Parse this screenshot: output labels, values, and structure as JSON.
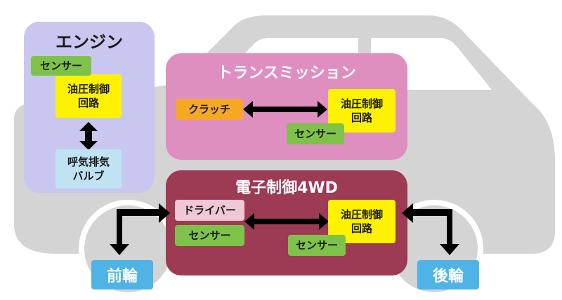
{
  "colors": {
    "car_body": "#d4d4d4",
    "car_window": "#ffffff",
    "engine_panel": "#c9c6ef",
    "transmission_panel": "#de8fc0",
    "awd_panel": "#9c3b53",
    "hydraulic_box": "#fff200",
    "sensor_box": "#7ec24a",
    "clutch_box": "#f7a823",
    "exhaust_box": "#bfe3f3",
    "driver_box": "#f0c8d5",
    "wheel_label": "#4fb3e6",
    "arrow": "#000000"
  },
  "engine": {
    "title": "エンジン",
    "sensor": "センサー",
    "hydraulic": [
      "油圧制御",
      "回路"
    ],
    "exhaust_valve": [
      "呼気排気",
      "バルブ"
    ]
  },
  "transmission": {
    "title": "トランスミッション",
    "clutch": "クラッチ",
    "hydraulic": [
      "油圧制御",
      "回路"
    ],
    "sensor": "センサー"
  },
  "awd": {
    "title": "電子制御4WD",
    "driver": "ドライバー",
    "sensor_left": "センサー",
    "hydraulic": [
      "油圧制御",
      "回路"
    ],
    "sensor_right": "センサー"
  },
  "wheels": {
    "front": "前輪",
    "rear": "後輪"
  }
}
